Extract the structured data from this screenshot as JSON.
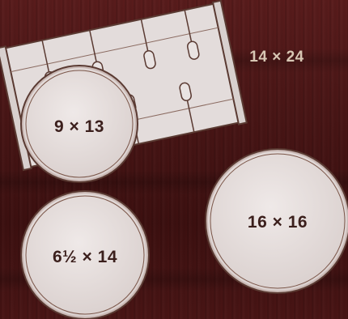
{
  "drum_kit": {
    "drums": [
      {
        "id": "bass-drum",
        "label": "14 × 24"
      },
      {
        "id": "rack-tom",
        "label": "9 × 13"
      },
      {
        "id": "floor-tom",
        "label": "16 × 16"
      },
      {
        "id": "snare",
        "label": "6½ × 14"
      }
    ]
  },
  "colors": {
    "background": "#4a1616",
    "drum_head": "#e6dedd",
    "drum_rim": "#6b4236",
    "label_text": "#3b1f1c",
    "kick_label_text": "#d8c7b4"
  }
}
